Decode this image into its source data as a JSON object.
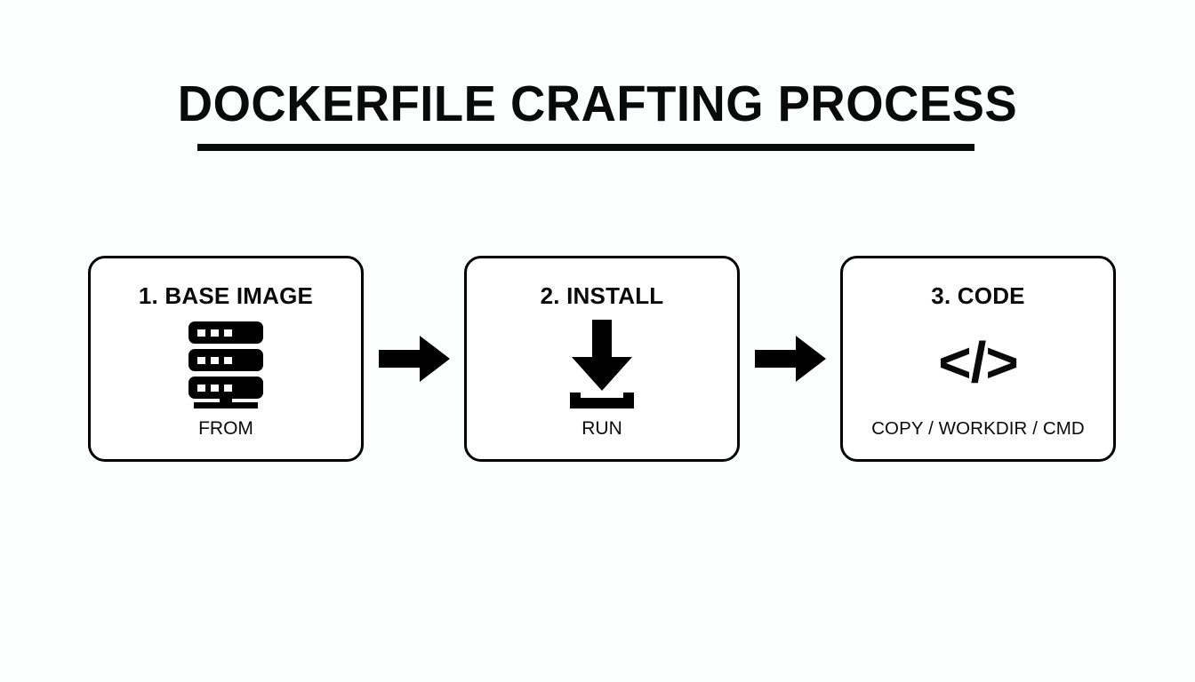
{
  "page": {
    "title": "DOCKERFILE CRAFTING PROCESS",
    "background_color": "#fdfefe",
    "ink_color": "#0a0a0a"
  },
  "flow": {
    "steps": [
      {
        "title": "1. BASE IMAGE",
        "icon": "server-stack-icon",
        "label": "FROM"
      },
      {
        "title": "2. INSTALL",
        "icon": "download-arrow-icon",
        "label": "RUN"
      },
      {
        "title": "3. CODE",
        "icon": "code-brackets-icon",
        "glyph": "</>",
        "label": "COPY / WORKDIR / CMD"
      }
    ],
    "connectors": [
      {
        "icon": "arrow-right-icon"
      },
      {
        "icon": "arrow-right-icon"
      }
    ]
  }
}
